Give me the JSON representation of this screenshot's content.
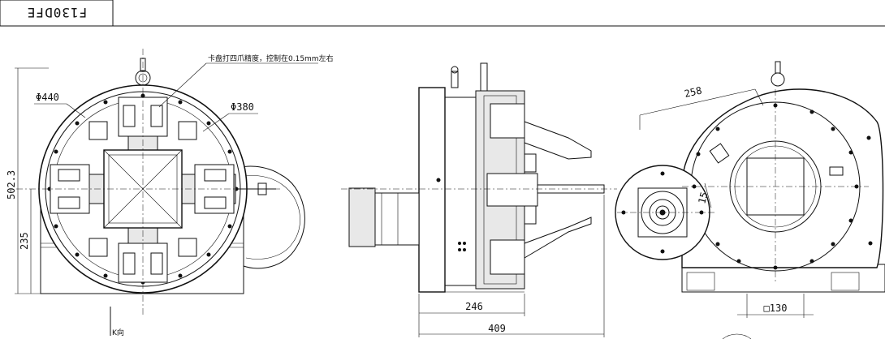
{
  "title_block": {
    "model": "F130DFE"
  },
  "front_view": {
    "note": "卡盘打四爪精度，控制在0.15mm左右",
    "dim_outer_diameter": "Φ440",
    "dim_inner_diameter": "Φ380",
    "dim_total_height": "502.3",
    "dim_center_height": "235",
    "view_label": "K向"
  },
  "side_view": {
    "dim_body_width": "246",
    "dim_total_width": "409"
  },
  "rear_view": {
    "dim_radius": "258",
    "dim_small": "15",
    "dim_square": "□130"
  }
}
